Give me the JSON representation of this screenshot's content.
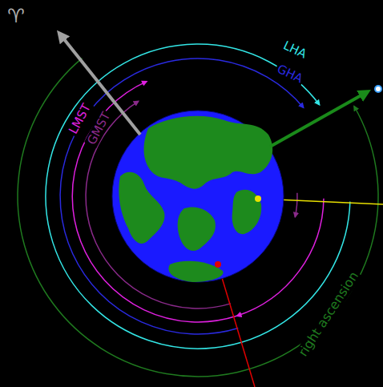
{
  "diagram": {
    "labels": [
      "♈",
      "LHA",
      "GHA",
      "LMST",
      "GMST",
      "right ascension"
    ]
  }
}
